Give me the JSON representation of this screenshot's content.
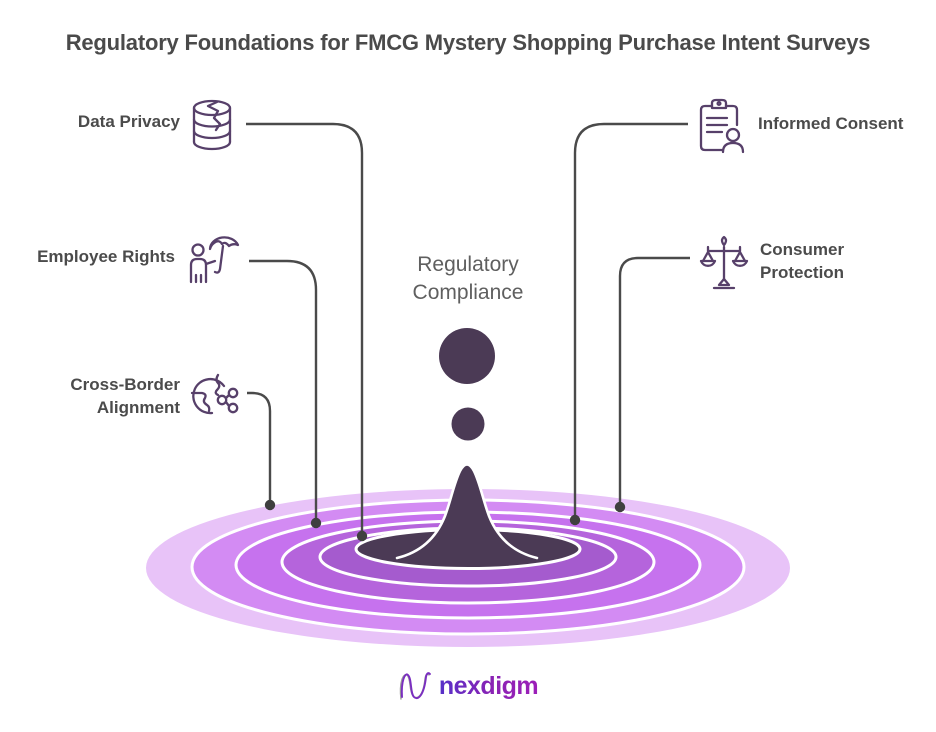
{
  "title": "Regulatory Foundations for FMCG Mystery Shopping Purchase Intent Surveys",
  "center": {
    "line1": "Regulatory",
    "line2": "Compliance"
  },
  "labels": {
    "data_privacy": {
      "text": "Data Privacy",
      "icon": "database-icon"
    },
    "employee_rights": {
      "text": "Employee Rights",
      "icon": "person-umbrella-icon"
    },
    "cross_border": {
      "line1": "Cross-Border",
      "line2": "Alignment",
      "icon": "globe-network-icon"
    },
    "informed_consent": {
      "text": "Informed Consent",
      "icon": "clipboard-person-icon"
    },
    "consumer_protection": {
      "line1": "Consumer",
      "line2": "Protection",
      "icon": "scales-icon"
    }
  },
  "logo": {
    "brand": "nexdigm"
  },
  "colors": {
    "title_text": "#4a4a4a",
    "label_text": "#4b4b4b",
    "center_text": "#5f5f5f",
    "icon_stroke": "#57406a",
    "connector_line": "#4a4a4a",
    "connector_dot": "#3f3f3f",
    "droplet_dark": "#4b3a55",
    "ripple_band_outer": "#e8c3f8",
    "ripple_band_2": "#d38bf3",
    "ripple_band_3": "#c672ee",
    "ripple_band_4": "#b564dc",
    "ripple_band_5": "#a55bce",
    "ripple_ring": "#ffffff",
    "brand_purple": "#8b22b4"
  }
}
